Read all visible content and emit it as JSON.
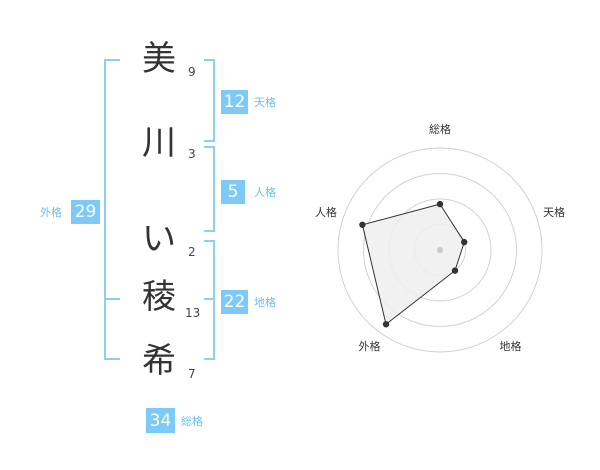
{
  "name": {
    "characters": [
      {
        "char": "美",
        "strokes": "9"
      },
      {
        "char": "川",
        "strokes": "3"
      },
      {
        "char": "い",
        "strokes": "2"
      },
      {
        "char": "稜",
        "strokes": "13"
      },
      {
        "char": "希",
        "strokes": "7"
      }
    ]
  },
  "fortune": {
    "tenkaku": {
      "label": "天格",
      "value": "12"
    },
    "jinkaku": {
      "label": "人格",
      "value": "5"
    },
    "chikaku": {
      "label": "地格",
      "value": "22"
    },
    "gaikaku": {
      "label": "外格",
      "value": "29"
    },
    "soukaku": {
      "label": "総格",
      "value": "34"
    }
  },
  "colors": {
    "accent": "#7ccaf5",
    "bracket": "#8dcff4",
    "polygon_fill": "#eeeeee"
  },
  "chart_data": {
    "type": "radar",
    "axes": [
      "総格",
      "天格",
      "地格",
      "外格",
      "人格"
    ],
    "series": [
      {
        "values": [
          0.45,
          0.25,
          0.25,
          0.9,
          0.8
        ]
      }
    ],
    "rmax": 1,
    "rings": 4
  }
}
